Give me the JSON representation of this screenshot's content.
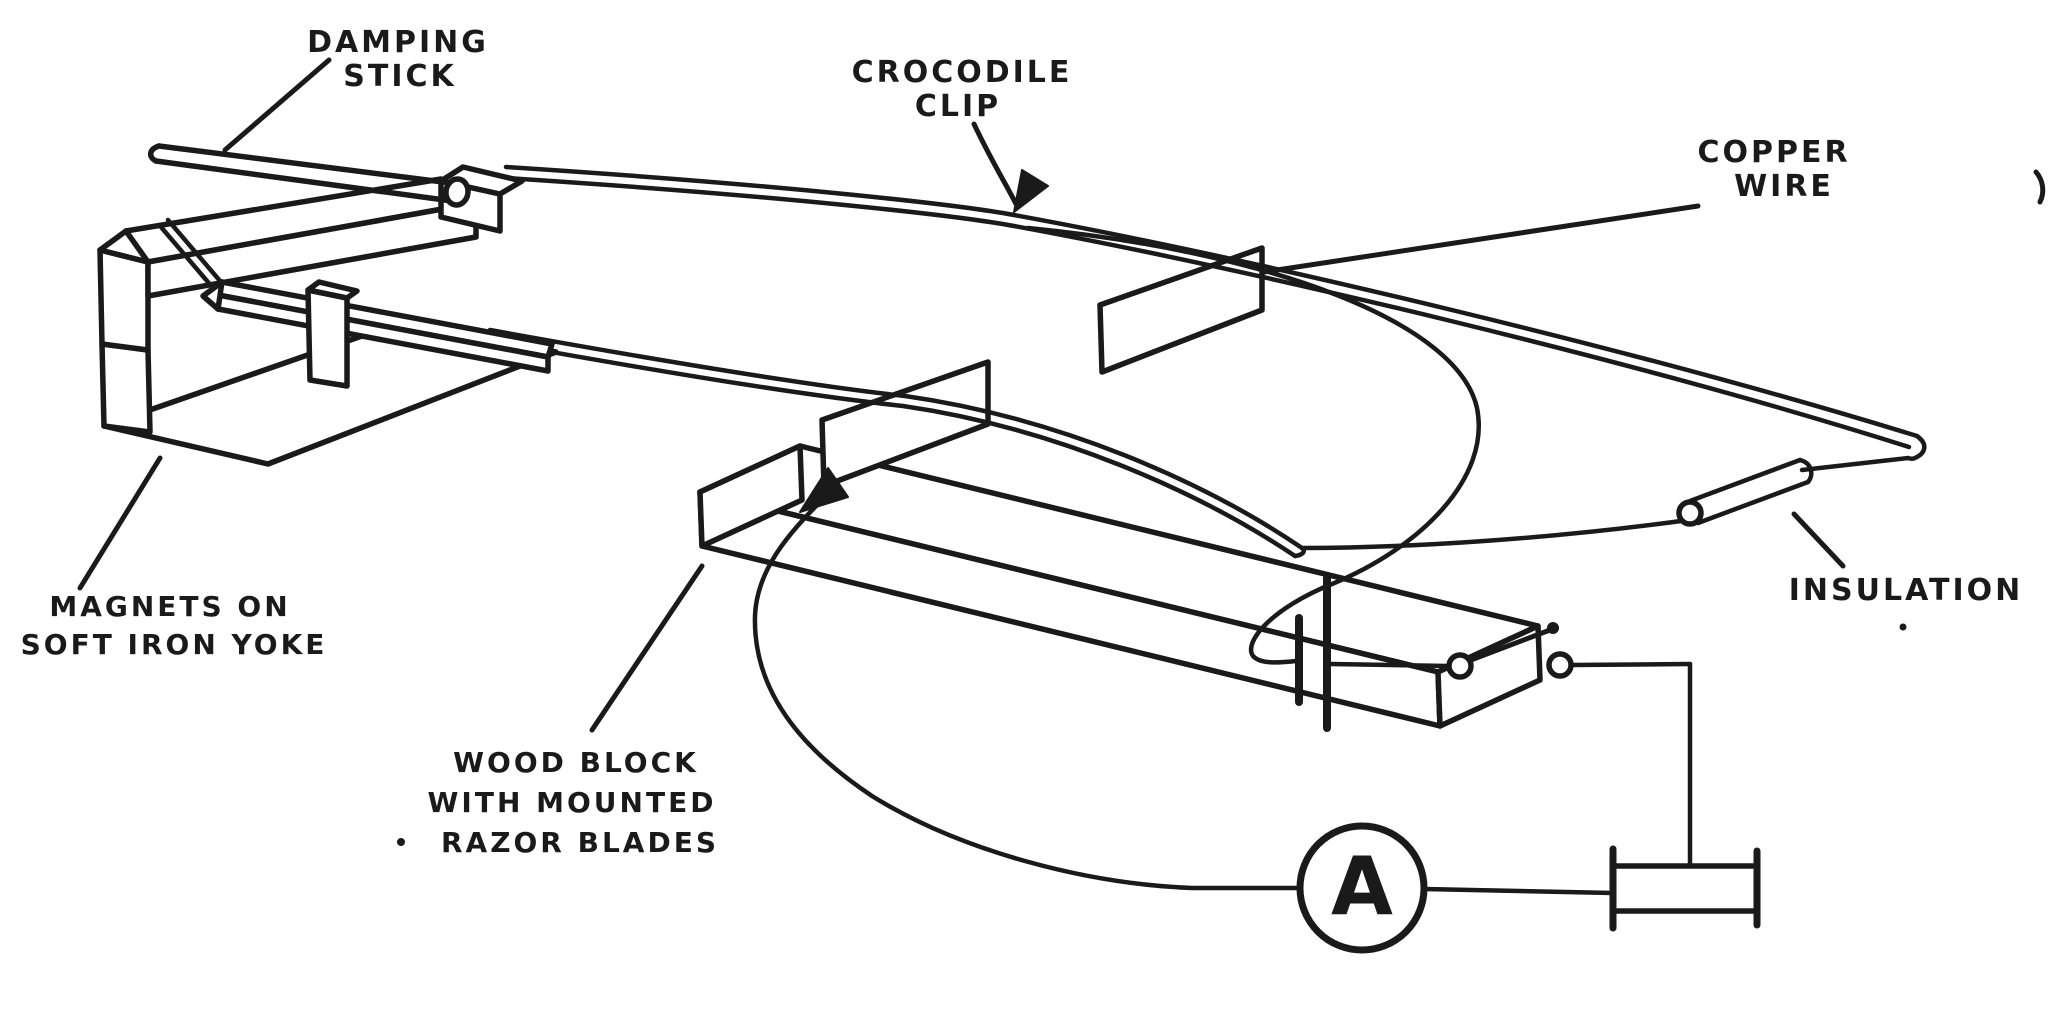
{
  "colors": {
    "ink": "#1a1a1a",
    "paper": "#ffffff"
  },
  "labels": {
    "damping": {
      "line1": "DAMPING",
      "line2": "STICK"
    },
    "crocodile": {
      "line1": "CROCODILE",
      "line2": "CLIP"
    },
    "copper": {
      "line1": "COPPER",
      "line2": "WIRE"
    },
    "insulation": {
      "text": "INSULATION"
    },
    "magnets": {
      "line1": "MAGNETS ON",
      "line2": "SOFT IRON YOKE"
    },
    "wood_block": {
      "line1": "WOOD BLOCK",
      "line2": "WITH MOUNTED",
      "line3": "RAZOR BLADES"
    },
    "ammeter": {
      "symbol": "A"
    }
  }
}
